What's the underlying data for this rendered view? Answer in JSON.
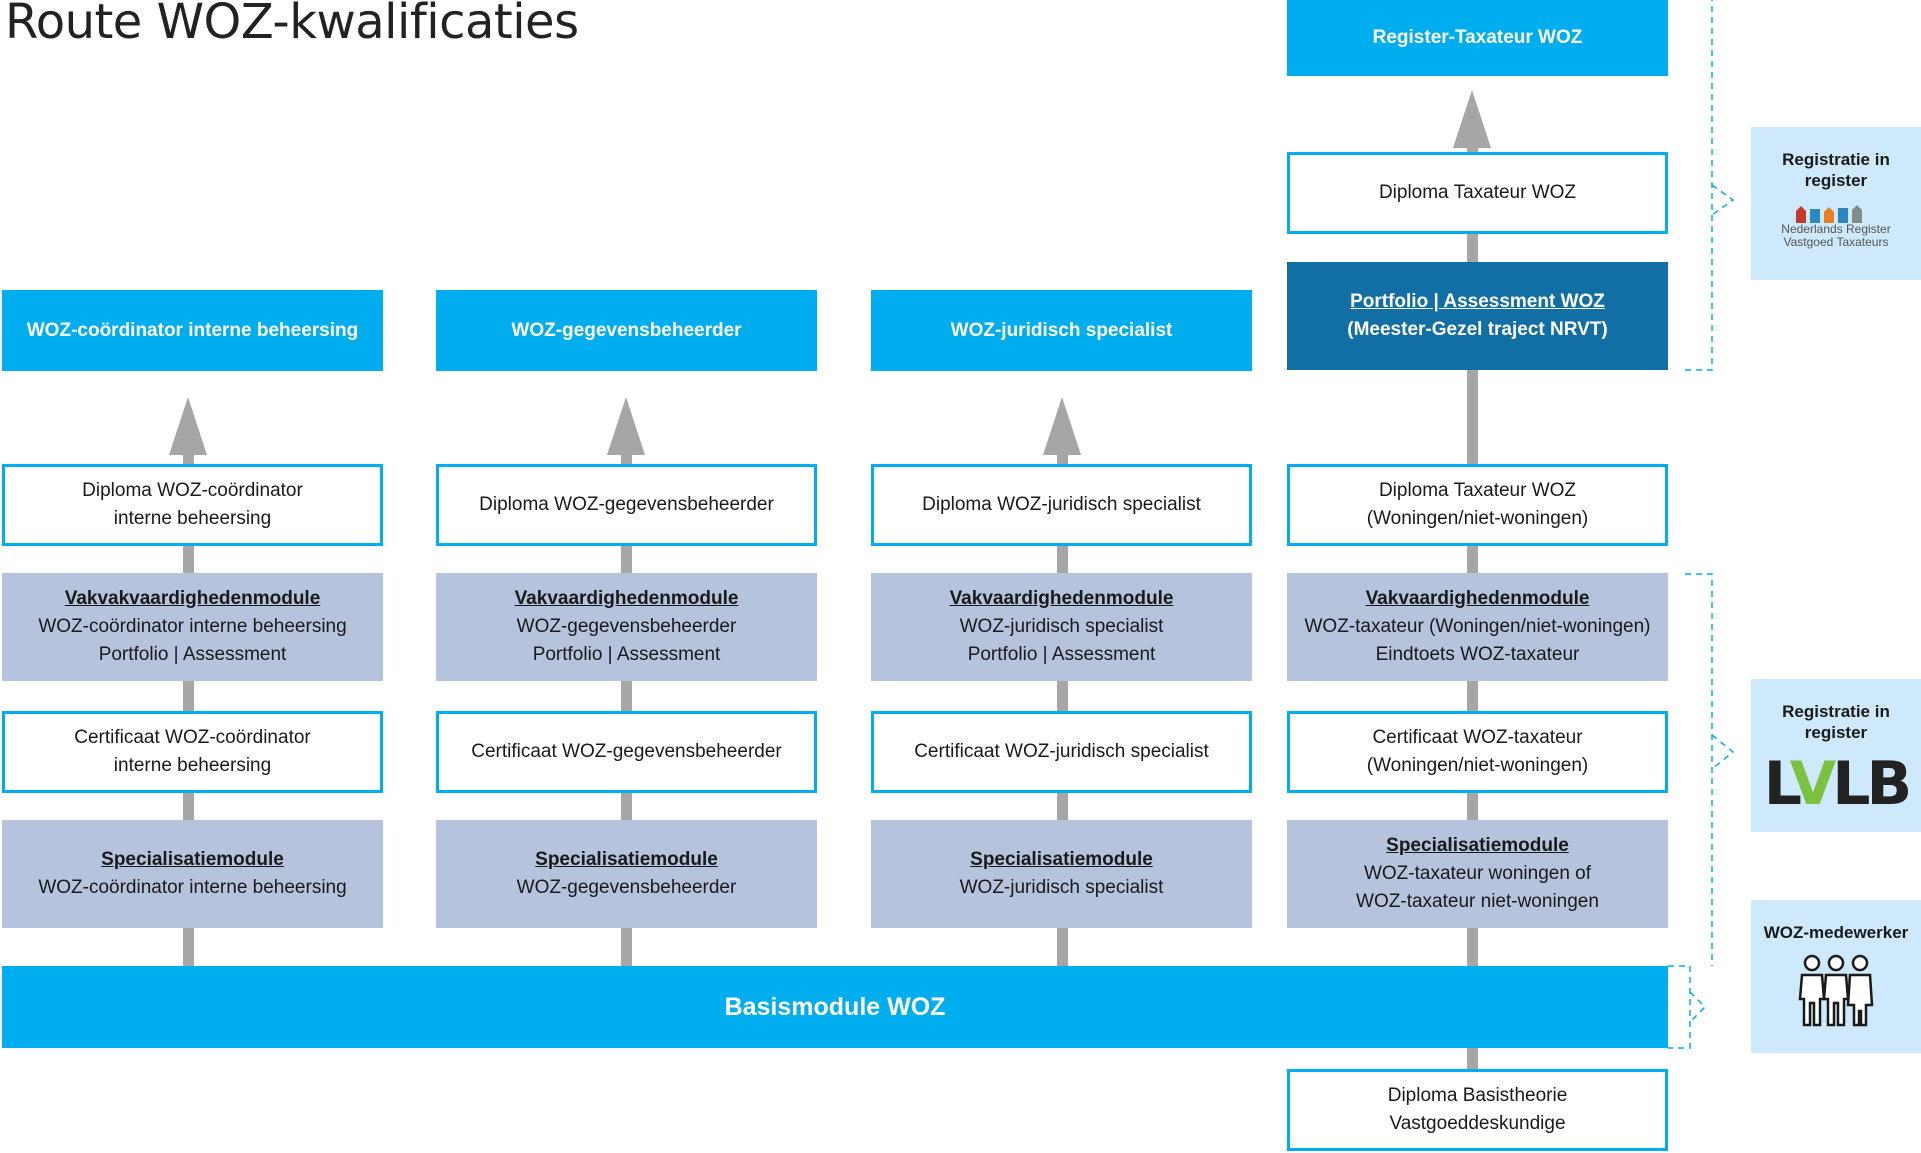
{
  "title": "Route WOZ-kwalificaties",
  "colors": {
    "blue": "#00adef",
    "navy": "#116fa6",
    "grey": "#b5c3dd",
    "light": "#cde9fb",
    "connector": "#a6a6a6"
  },
  "columns": [
    {
      "top": "WOZ-coördinator interne beheersing",
      "diploma": [
        "Diploma WOZ-coördinator",
        "interne beheersing"
      ],
      "vak_title": "Vakvakvaardighedenmodule",
      "vak_lines": [
        "WOZ-coördinator interne beheersing",
        "Portfolio | Assessment"
      ],
      "cert": [
        "Certificaat WOZ-coördinator",
        "interne beheersing"
      ],
      "spec_title": "Specialisatiemodule",
      "spec_lines": [
        "WOZ-coördinator interne beheersing"
      ]
    },
    {
      "top": "WOZ-gegevensbeheerder",
      "diploma": [
        "Diploma WOZ-gegevensbeheerder"
      ],
      "vak_title": "Vakvaardighedenmodule",
      "vak_lines": [
        "WOZ-gegevensbeheerder",
        "Portfolio | Assessment"
      ],
      "cert": [
        "Certificaat WOZ-gegevensbeheerder"
      ],
      "spec_title": "Specialisatiemodule",
      "spec_lines": [
        "WOZ-gegevensbeheerder"
      ]
    },
    {
      "top": "WOZ-juridisch specialist",
      "diploma": [
        "Diploma WOZ-juridisch specialist"
      ],
      "vak_title": "Vakvaardighedenmodule",
      "vak_lines": [
        "WOZ-juridisch specialist",
        "Portfolio | Assessment"
      ],
      "cert": [
        "Certificaat WOZ-juridisch specialist"
      ],
      "spec_title": "Specialisatiemodule",
      "spec_lines": [
        "WOZ-juridisch specialist"
      ]
    },
    {
      "top": "Register-Taxateur WOZ",
      "diploma_top": "Diploma Taxateur WOZ",
      "portfolio_title": "Portfolio | Assessment WOZ",
      "portfolio_sub": "(Meester-Gezel traject NRVT)",
      "diploma": [
        "Diploma Taxateur WOZ",
        "(Woningen/niet-woningen)"
      ],
      "vak_title": "Vakvaardighedenmodule",
      "vak_lines": [
        "WOZ-taxateur (Woningen/niet-woningen)",
        "Eindtoets WOZ-taxateur"
      ],
      "cert": [
        "Certificaat WOZ-taxateur",
        "(Woningen/niet-woningen)"
      ],
      "spec_title": "Specialisatiemodule",
      "spec_lines": [
        "WOZ-taxateur woningen of",
        "WOZ-taxateur niet-woningen"
      ]
    }
  ],
  "basis": "Basismodule WOZ",
  "basistheorie": [
    "Diploma Basistheorie",
    "Vastgoeddeskundige"
  ],
  "side": {
    "nrvt": {
      "label": [
        "Registratie in",
        "register"
      ],
      "logo_lines": [
        "Nederlands Register",
        "Vastgoed Taxateurs"
      ],
      "logo_icon": "nrvt-houses-icon"
    },
    "lvlb": {
      "label": [
        "Registratie in",
        "register"
      ],
      "logo_text": "LVLB"
    },
    "medewerker": {
      "label": "WOZ-medewerker",
      "icon": "people-icon"
    }
  }
}
